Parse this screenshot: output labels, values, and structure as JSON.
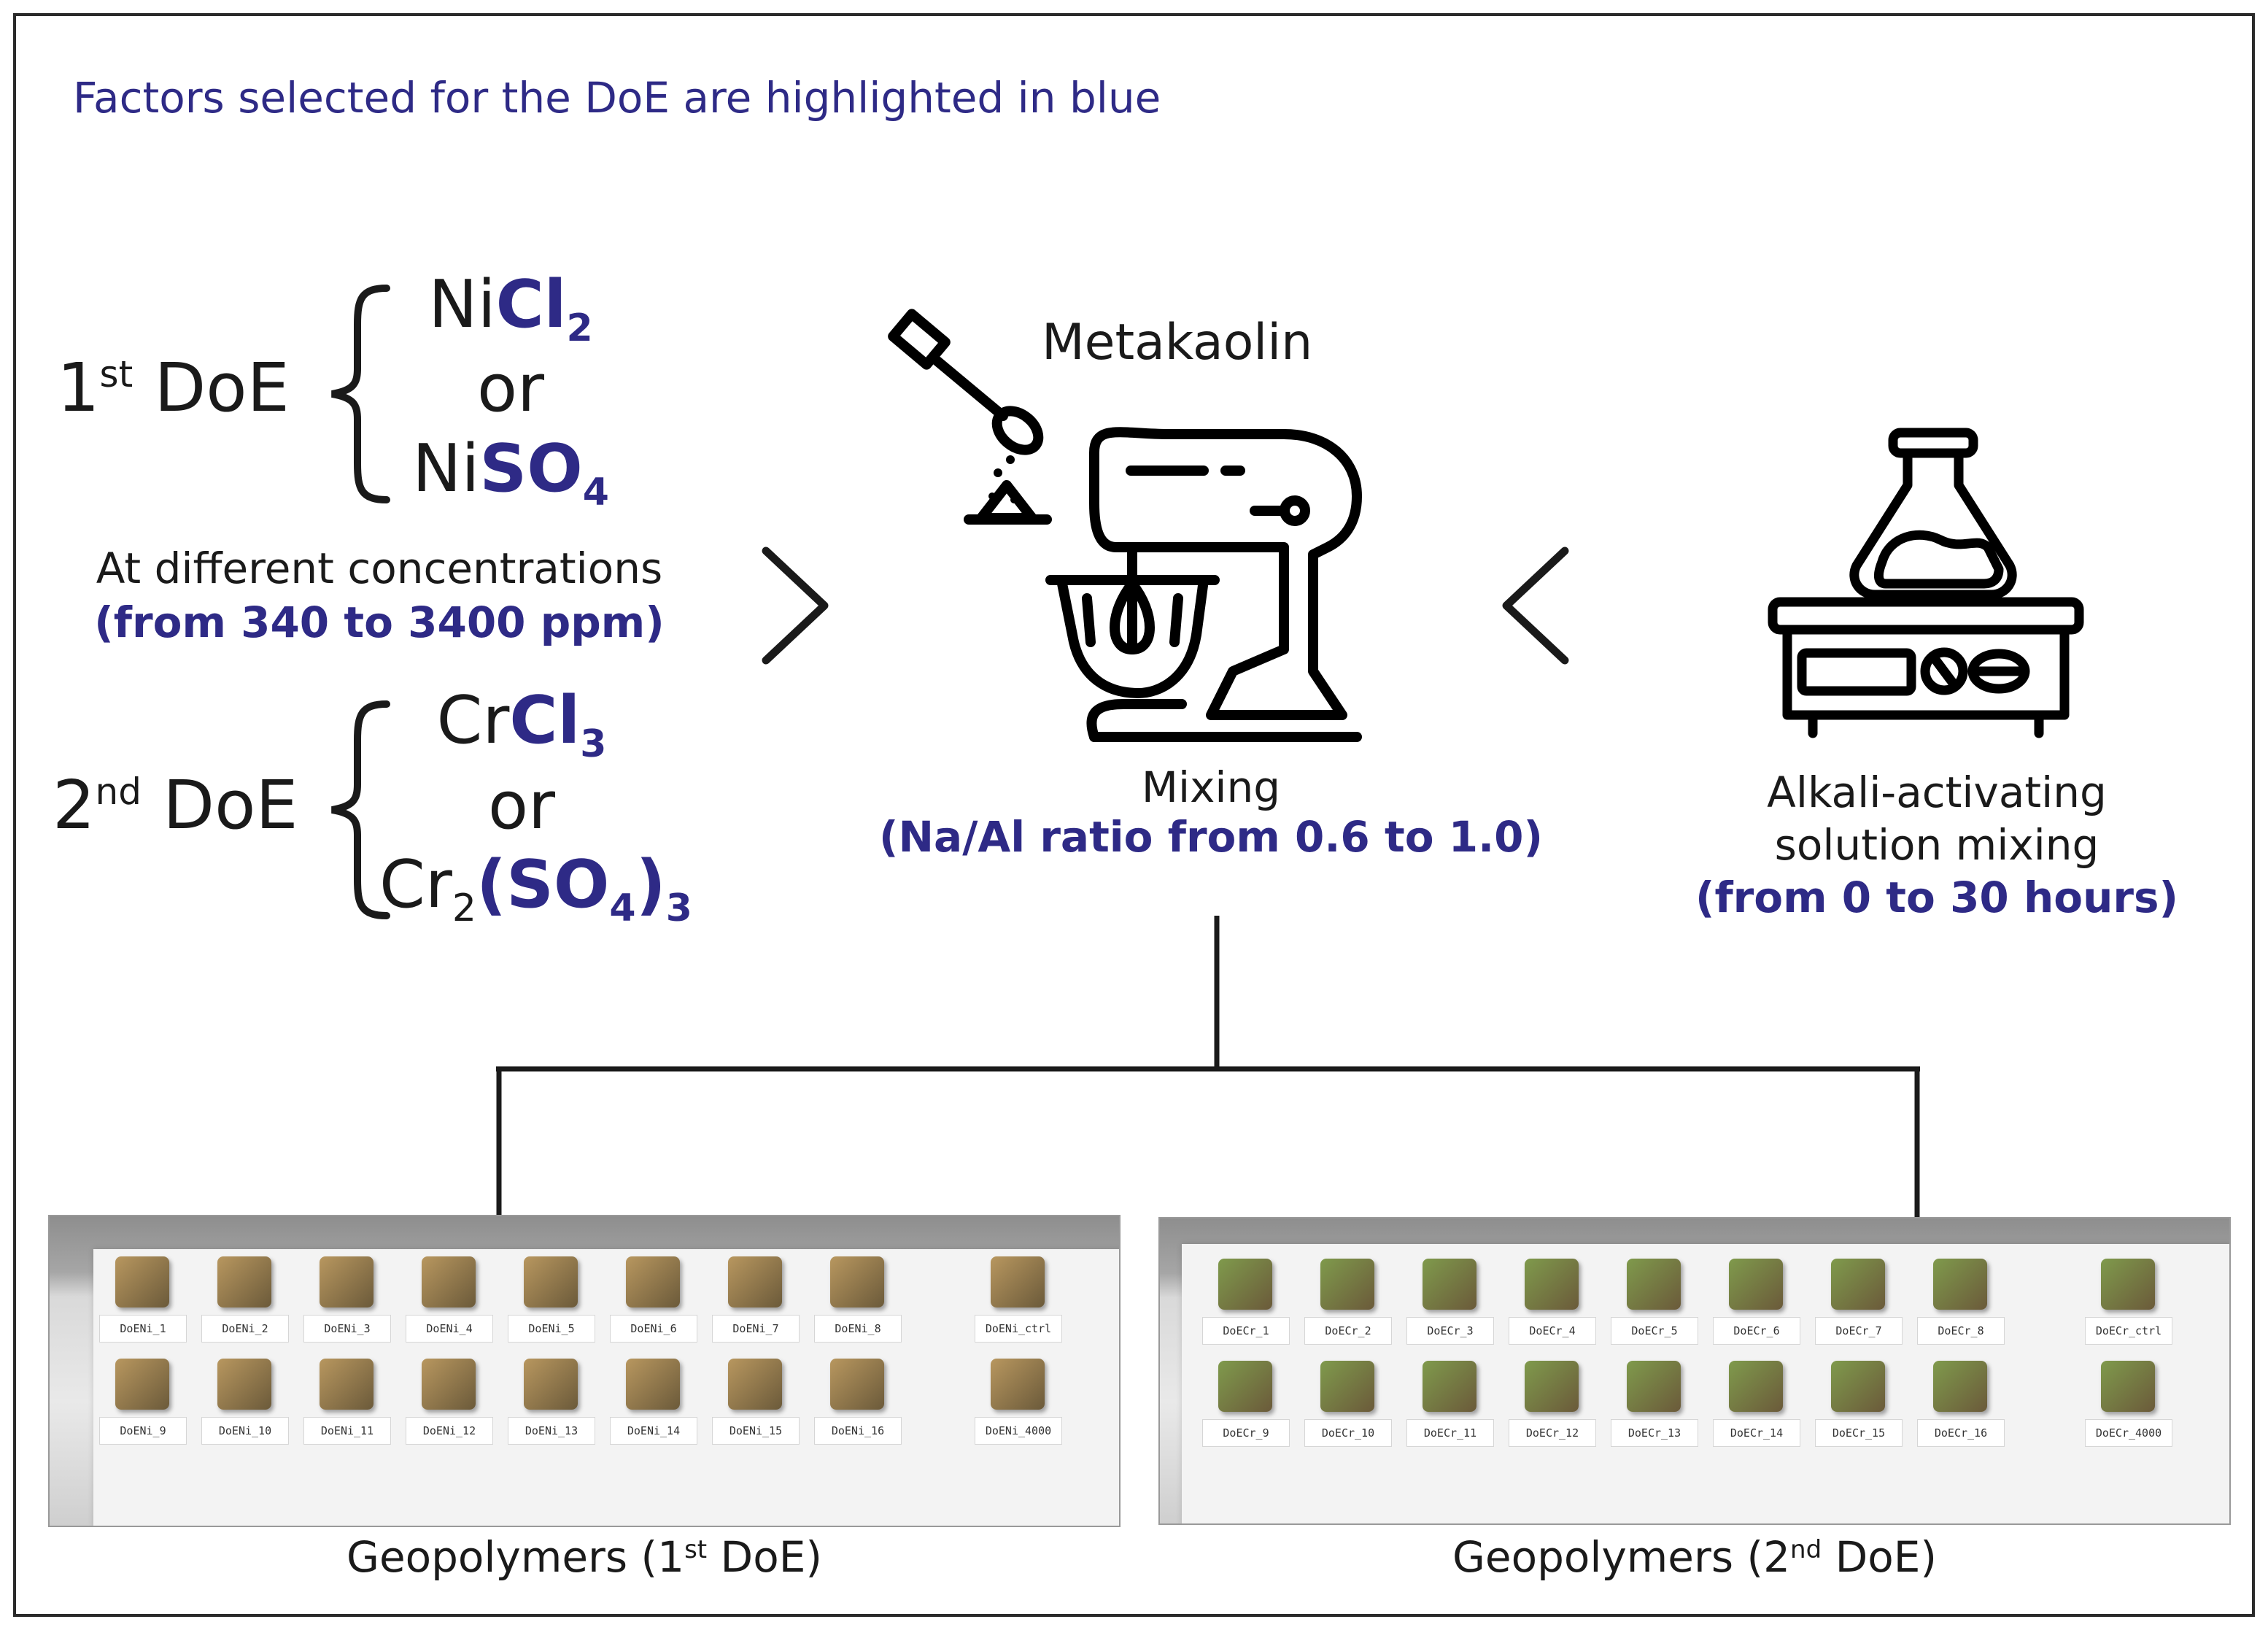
{
  "note": "Factors selected for the DoE are highlighted in blue",
  "doe1": {
    "label": "DoE",
    "ordinal_num": "1",
    "ordinal_suffix": "st",
    "salt_a_prefix": "Ni",
    "salt_a_bold": "Cl",
    "salt_a_sub": "2",
    "or": "or",
    "salt_b_prefix": "Ni",
    "salt_b_bold": "SO",
    "salt_b_sub": "4"
  },
  "concentration": {
    "line1": "At different concentrations",
    "line2": "(from 340 to 3400 ppm)"
  },
  "doe2": {
    "label": "DoE",
    "ordinal_num": "2",
    "ordinal_suffix": "nd",
    "salt_a_prefix": "Cr",
    "salt_a_bold": "Cl",
    "salt_a_sub": "3",
    "or": "or",
    "salt_b_prefix": "Cr",
    "salt_b_sub1": "2",
    "salt_b_bold": "(SO",
    "salt_b_sub2": "4",
    "salt_b_close": ")",
    "salt_b_sub3": "3"
  },
  "metakaolin": "Metakaolin",
  "mixing": {
    "line1": "Mixing",
    "line2": "(Na/Al ratio from 0.6 to 1.0)"
  },
  "alkali": {
    "line1": "Alkali-activating",
    "line2": "solution mixing",
    "line3": "(from 0 to 30 hours)"
  },
  "captions": {
    "left_pre": "Geopolymers (1",
    "left_sup": "st",
    "left_post": " DoE)",
    "right_pre": "Geopolymers (2",
    "right_sup": "nd",
    "right_post": " DoE)"
  },
  "samples_left": {
    "row1": [
      "DoENi_1",
      "DoENi_2",
      "DoENi_3",
      "DoENi_4",
      "DoENi_5",
      "DoENi_6",
      "DoENi_7",
      "DoENi_8",
      "DoENi_ctrl"
    ],
    "row2": [
      "DoENi_9",
      "DoENi_10",
      "DoENi_11",
      "DoENi_12",
      "DoENi_13",
      "DoENi_14",
      "DoENi_15",
      "DoENi_16",
      "DoENi_4000"
    ]
  },
  "samples_right": {
    "row1": [
      "DoECr_1",
      "DoECr_2",
      "DoECr_3",
      "DoECr_4",
      "DoECr_5",
      "DoECr_6",
      "DoECr_7",
      "DoECr_8",
      "DoECr_ctrl"
    ],
    "row2": [
      "DoECr_9",
      "DoECr_10",
      "DoECr_11",
      "DoECr_12",
      "DoECr_13",
      "DoECr_14",
      "DoECr_15",
      "DoECr_16",
      "DoECr_4000"
    ]
  },
  "colors": {
    "accent": "#2e2a86",
    "cube_ni": "#b8975f",
    "cube_cr": "#7f9a4c",
    "line": "#1a1a1a"
  }
}
